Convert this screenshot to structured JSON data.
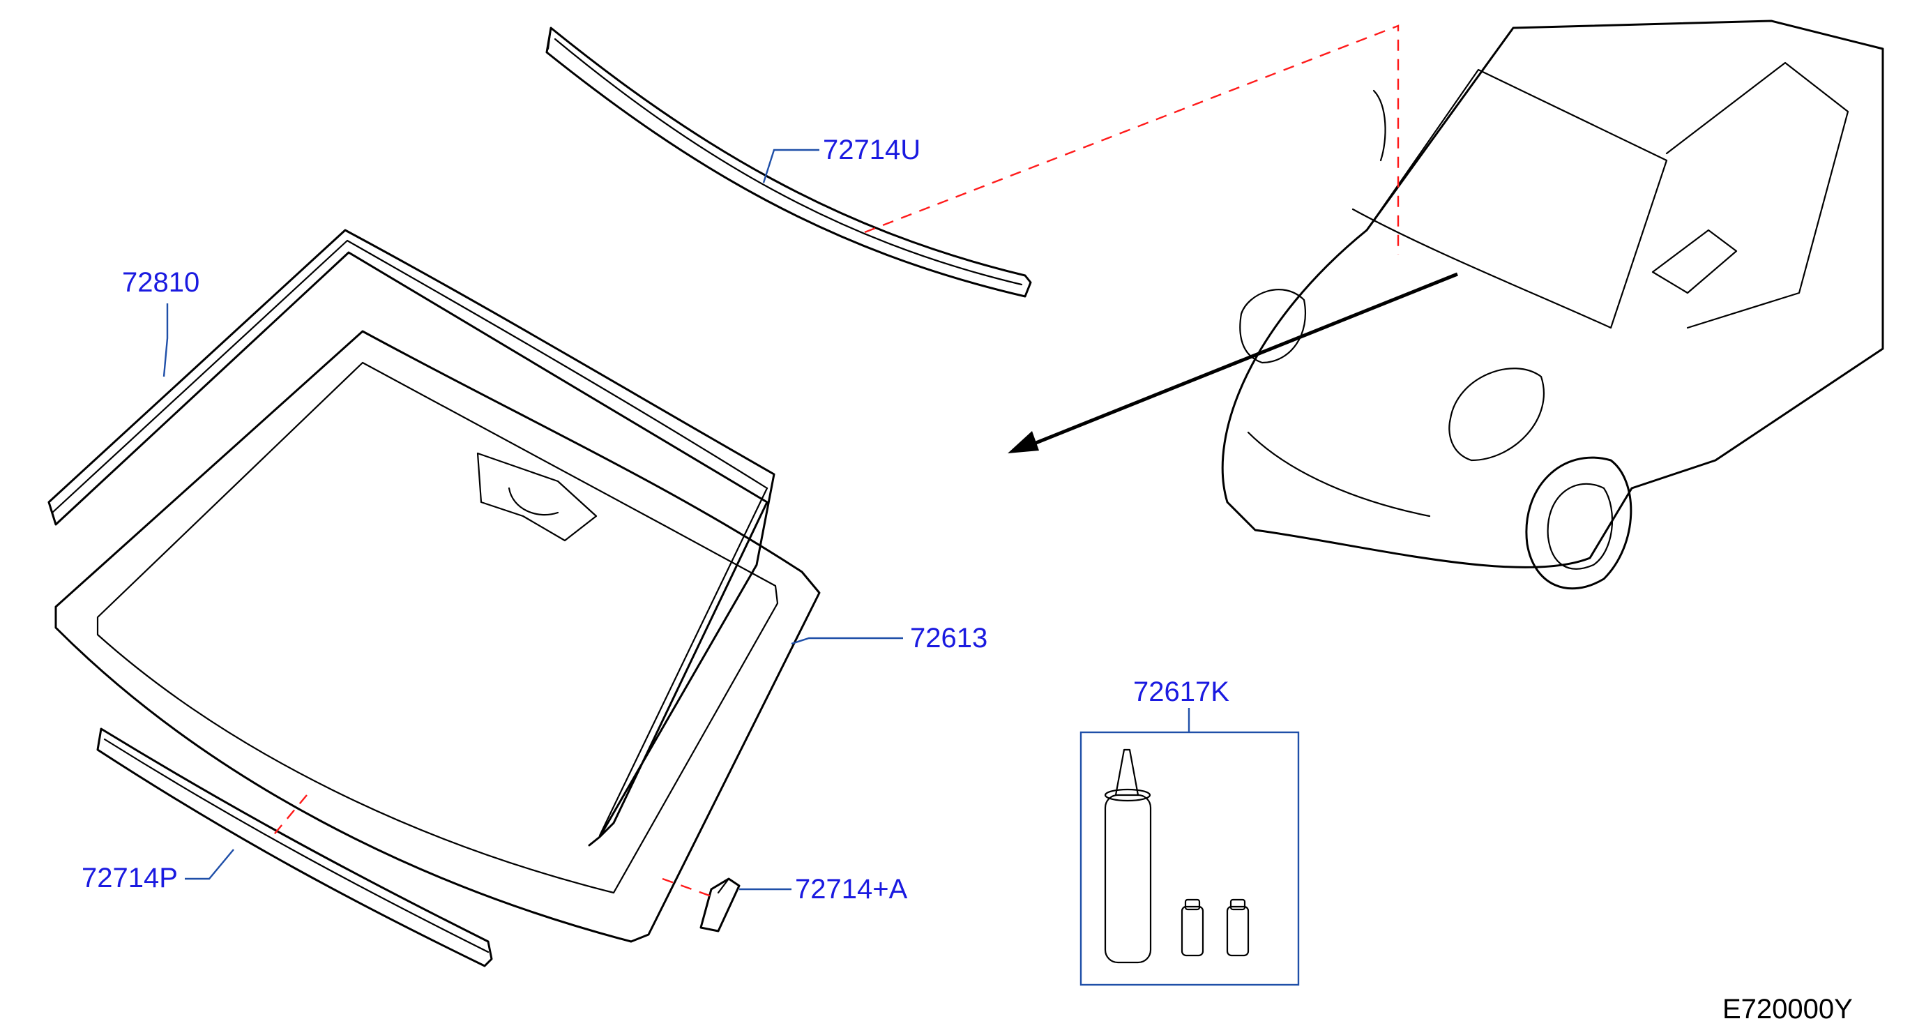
{
  "diagram": {
    "colors": {
      "label": "#1a1ae0",
      "leader": "#1f4fa8",
      "hidden_line": "#ff1a1a",
      "ink": "#000000"
    },
    "parts": [
      {
        "id": "windshield_glass",
        "number": "72613"
      },
      {
        "id": "glass_molding_upper",
        "number": "72714U"
      },
      {
        "id": "glass_molding",
        "number": "72810"
      },
      {
        "id": "glass_molding_lower",
        "number": "72714P"
      },
      {
        "id": "spacer",
        "number": "72714+A"
      },
      {
        "id": "adhesive_kit",
        "number": "72617K"
      }
    ],
    "diagram_code": "E720000Y"
  }
}
